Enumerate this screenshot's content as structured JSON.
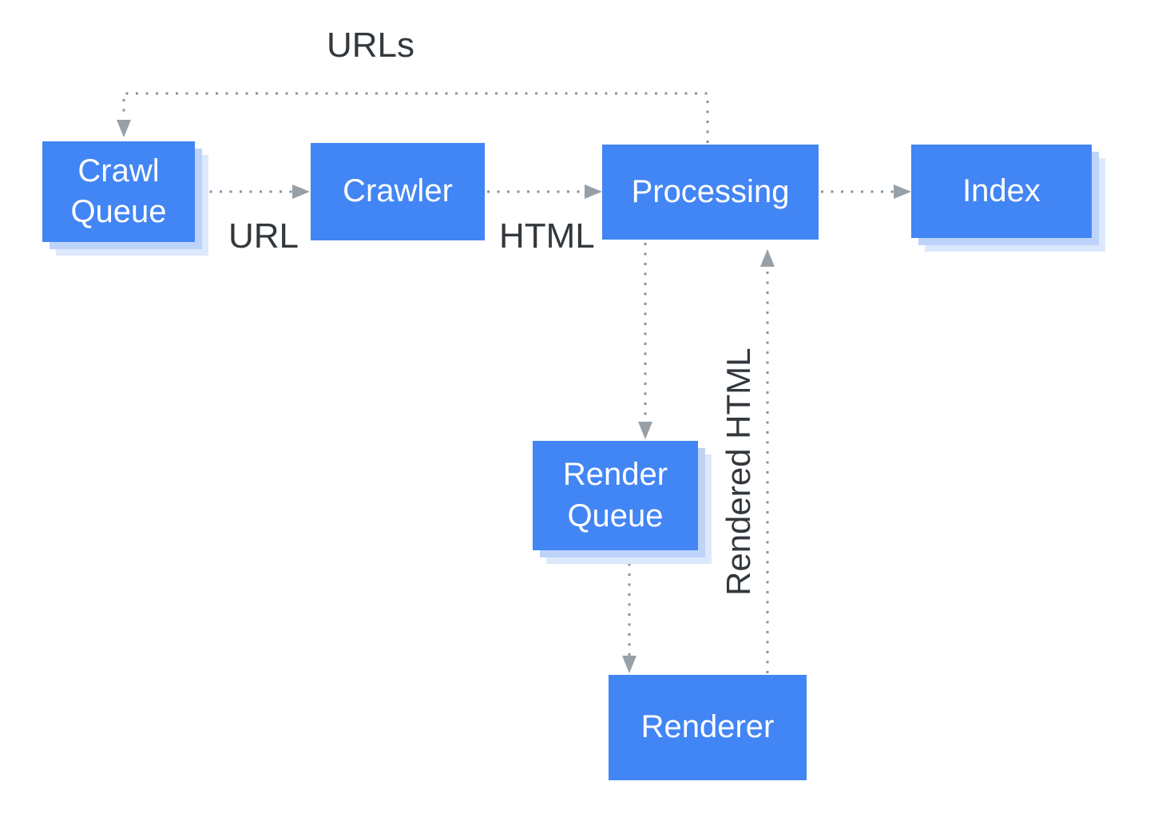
{
  "diagram": {
    "nodes": [
      {
        "id": "crawl-queue",
        "label": "Crawl Queue"
      },
      {
        "id": "crawler",
        "label": "Crawler"
      },
      {
        "id": "processing",
        "label": "Processing"
      },
      {
        "id": "index",
        "label": "Index"
      },
      {
        "id": "render-queue",
        "label": "Render Queue"
      },
      {
        "id": "renderer",
        "label": "Renderer"
      }
    ],
    "edge_labels": {
      "urls": "URLs",
      "url": "URL",
      "html": "HTML",
      "rendered_html": "Rendered HTML"
    },
    "edges": [
      {
        "from": "crawl-queue",
        "to": "crawler",
        "label": "URL"
      },
      {
        "from": "crawler",
        "to": "processing",
        "label": "HTML"
      },
      {
        "from": "processing",
        "to": "index",
        "label": ""
      },
      {
        "from": "processing",
        "to": "crawl-queue",
        "label": "URLs"
      },
      {
        "from": "processing",
        "to": "render-queue",
        "label": ""
      },
      {
        "from": "render-queue",
        "to": "renderer",
        "label": ""
      },
      {
        "from": "renderer",
        "to": "processing",
        "label": "Rendered HTML"
      }
    ],
    "colors": {
      "node_fill": "#4285f4",
      "node_text": "#ffffff",
      "shadow_inner": "#bdd3f9",
      "shadow_outer": "#dce8fc",
      "connector_dots": "#8494a0",
      "arrowhead": "#97a0a7",
      "label_text": "#33383d",
      "background": "#ffffff"
    }
  }
}
